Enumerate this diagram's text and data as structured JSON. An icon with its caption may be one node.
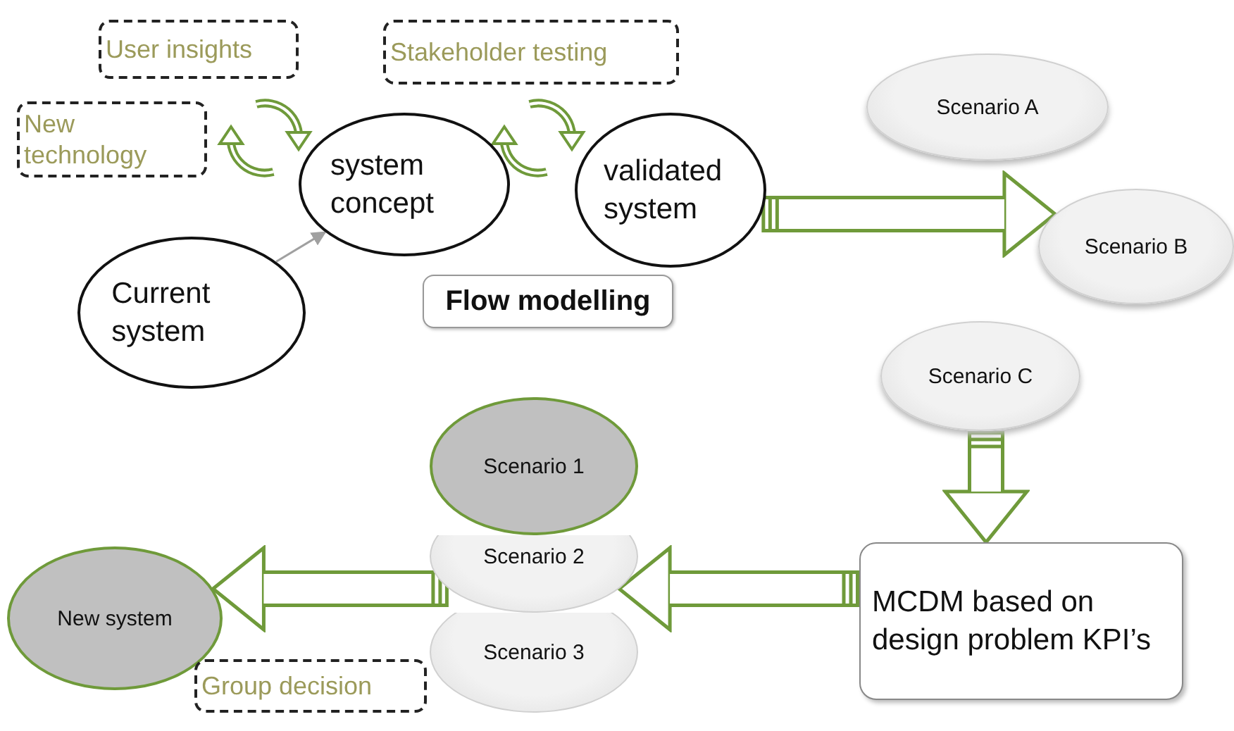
{
  "diagram": {
    "nodes": [
      {
        "text": [
          "User insights"
        ]
      },
      {
        "text": [
          "New technology"
        ]
      },
      {
        "text": [
          "Stakeholder testing"
        ]
      },
      {
        "text": [
          "system concept"
        ]
      },
      {
        "text": [
          "validated system"
        ]
      },
      {
        "text": [
          "Current system"
        ]
      },
      {
        "text": [
          "Flow modelling"
        ]
      },
      {
        "text": [
          "Scenario A"
        ]
      },
      {
        "text": [
          "Scenario B"
        ]
      },
      {
        "text": [
          "Scenario C"
        ]
      },
      {
        "text": [
          "Scenario 1"
        ]
      },
      {
        "text": [
          "Scenario 2"
        ]
      },
      {
        "text": [
          "Scenario 3"
        ]
      },
      {
        "text": [
          "MCDM based on design problem KPI’s"
        ]
      },
      {
        "text": [
          "New system"
        ]
      },
      {
        "text": [
          "Group decision"
        ]
      }
    ],
    "edges": [
      {
        "from": 5,
        "to": 3,
        "arrow": "to",
        "color": "#a0a0a0"
      },
      {
        "from": 4,
        "to": 8,
        "arrow": "to"
      },
      {
        "from": 9,
        "to": 13,
        "arrow": "to"
      },
      {
        "from": 13,
        "to": 11,
        "arrow": "to"
      },
      {
        "from": 11,
        "to": 14,
        "arrow": "to"
      }
    ]
  }
}
